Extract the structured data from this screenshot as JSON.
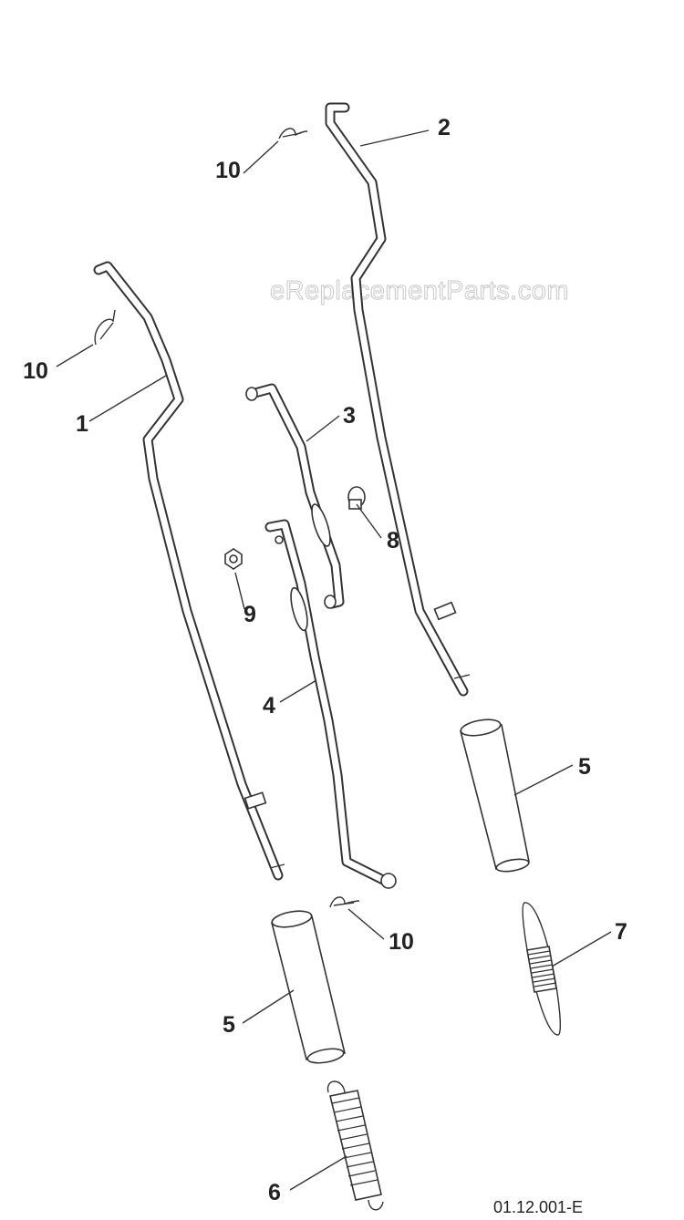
{
  "watermark": "eReplacementParts.com",
  "diagram_code": "01.12.001-E",
  "callouts": {
    "c1": "1",
    "c2": "2",
    "c3": "3",
    "c4": "4",
    "c5a": "5",
    "c5b": "5",
    "c6": "6",
    "c7": "7",
    "c8": "8",
    "c9": "9",
    "c10a": "10",
    "c10b": "10",
    "c10c": "10"
  }
}
